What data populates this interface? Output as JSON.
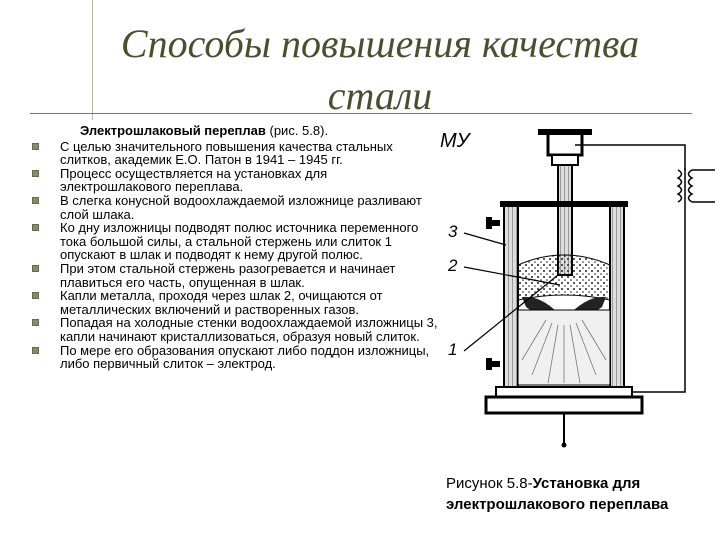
{
  "slide": {
    "title_line1": "Способы повышения качества",
    "title_line2": "стали",
    "lead_bold": "Электрошлаковый переплав",
    "lead_rest": " (рис. 5.8).",
    "bullets": [
      "С целью значительного повышения качества стальных слитков, академик Е.О. Патон в 1941 – 1945 гг.",
      "Процесс осуществляется на установках для электрошлакового переплава.",
      "В слегка конусной водоохлаждаемой изложнице разливают слой шлака.",
      "Ко дну изложницы подводят полюс источника переменного тока большой силы, а стальной стержень или слиток 1 опускают в шлак и подводят к нему другой полюс.",
      "При этом стальной стержень разогревается и начинает плавиться его часть, опущенная в шлак.",
      "Капли металла, проходя через шлак 2, очищаются от металлических включений и растворенных газов.",
      "Попадая на холодные стенки водоохлаждаемой изложницы 3, капли начинают кристаллизоваться, образуя новый слиток.",
      "По мере его образования опускают либо поддон изложницы, либо первичный слиток – электрод."
    ],
    "caption_plain": "Рисунок 5.8-",
    "caption_bold": "Установка для электрошлакового переплава"
  },
  "figure": {
    "corner_text": "МУ",
    "labels": [
      "3",
      "2",
      "1"
    ]
  },
  "colors": {
    "title": "#4a4f2e",
    "rule": "#7a7a5a",
    "bullet": "#8a8a6a"
  }
}
